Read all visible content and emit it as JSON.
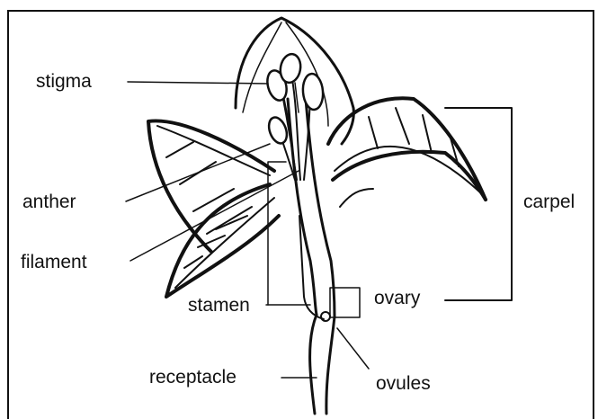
{
  "diagram": {
    "labels": {
      "stigma": "stigma",
      "anther": "anther",
      "filament": "filament",
      "stamen": "stamen",
      "receptacle": "receptacle",
      "ovary": "ovary",
      "ovules": "ovules",
      "carpel": "carpel"
    },
    "colors": {
      "ink": "#111111",
      "background": "#ffffff"
    }
  }
}
